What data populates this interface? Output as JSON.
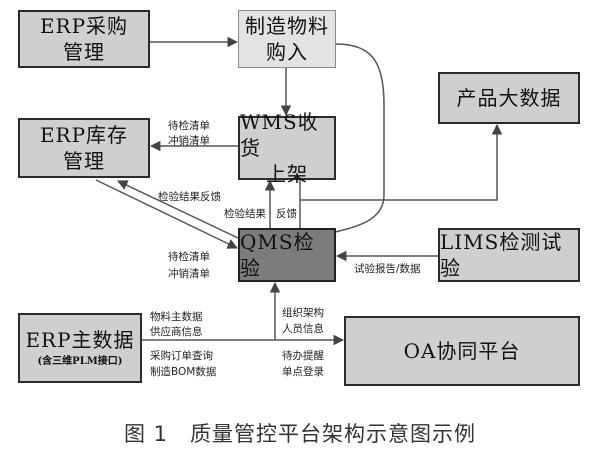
{
  "boxes": {
    "erp_purchase": {
      "lines": [
        "ERP采购",
        "管理"
      ]
    },
    "material_purchase": {
      "lines": [
        "制造物料",
        "购入"
      ]
    },
    "product_bigdata": {
      "lines": [
        "产品大数据"
      ]
    },
    "erp_inventory": {
      "lines": [
        "ERP库存",
        "管理"
      ]
    },
    "wms": {
      "lines": [
        "WMS收货",
        "上架"
      ]
    },
    "qms": {
      "lines": [
        "QMS检验"
      ]
    },
    "lims": {
      "lines": [
        "LIMS检测试验"
      ]
    },
    "erp_master": {
      "lines": [
        "ERP主数据"
      ],
      "sub": "(含三维PLM接口)"
    },
    "oa": {
      "lines": [
        "OA协同平台"
      ]
    }
  },
  "labels": {
    "wms_to_inventory": [
      "待检清单",
      "冲销清单"
    ],
    "qms_to_inventory_feedback": "检验结果反馈",
    "qms_to_wms_feedback": [
      "检验结果",
      "反馈"
    ],
    "inventory_to_qms": [
      "待检清单",
      "冲销清单"
    ],
    "lims_to_qms": "试验报告/数据",
    "master_to_qms": [
      "物料主数据",
      "供应商信息"
    ],
    "master_order": [
      "采购订单查询",
      "制造BOM数据"
    ],
    "oa_org": [
      "组织架构",
      "人员信息"
    ],
    "oa_todo": [
      "待办提醒",
      "单点登录"
    ]
  },
  "caption": "图 1　质量管控平台架构示意图示例"
}
